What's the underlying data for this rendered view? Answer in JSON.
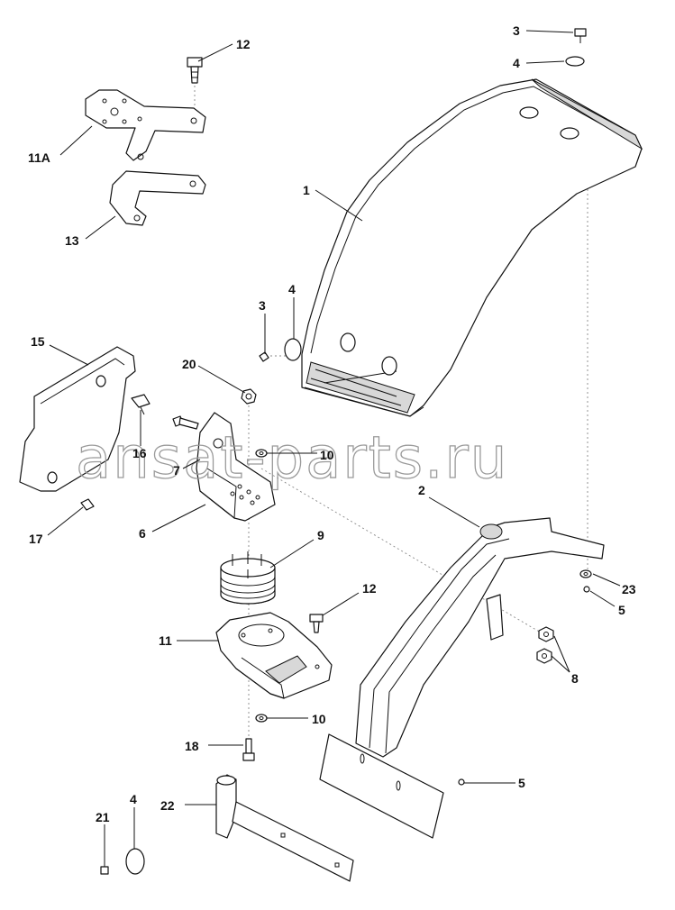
{
  "watermark": "ansat-parts.ru",
  "callouts": {
    "c1": "1",
    "c2": "2",
    "c3a": "3",
    "c3b": "3",
    "c4a": "4",
    "c4b": "4",
    "c4c": "4",
    "c5a": "5",
    "c5b": "5",
    "c6": "6",
    "c7": "7",
    "c8": "8",
    "c9": "9",
    "c10a": "10",
    "c10b": "10",
    "c11": "11",
    "c11a": "11A",
    "c12a": "12",
    "c12b": "12",
    "c13": "13",
    "c15": "15",
    "c16": "16",
    "c17": "17",
    "c18": "18",
    "c20": "20",
    "c21": "21",
    "c22": "22",
    "c23": "23"
  }
}
